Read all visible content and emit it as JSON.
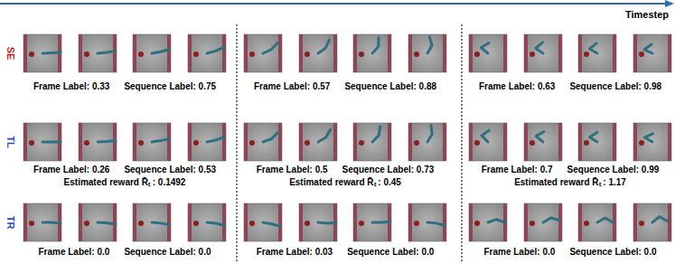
{
  "diagram": {
    "labels": [
      "Timestep",
      "SE",
      "Frame Label: 0.33",
      "Sequence Label: 0.75",
      "Frame Label: 0.57",
      "Sequence Label: 0.88",
      "Frame Label: 0.63",
      "Sequence Label: 0.98",
      "TL",
      "Frame Label: 0.26",
      "Sequence Label: 0.53",
      "Frame Label: 0.5",
      "Sequence Label: 0.73",
      "Frame Label: 0.7",
      "Sequence Label: 0.99",
      "Estimated reward R̄ₜ : 0.1492",
      "Estimated reward R̄ₜ : 0.45",
      "Estimated reward R̄ₜ : 1.17",
      "TR",
      "Frame Label: 0.0",
      "Sequence Label: 0.0",
      "Frame Label: 0.03",
      "Sequence Label: 0.0",
      "Frame Label: 0.0",
      "Sequence Label: 0.0"
    ]
  }
}
